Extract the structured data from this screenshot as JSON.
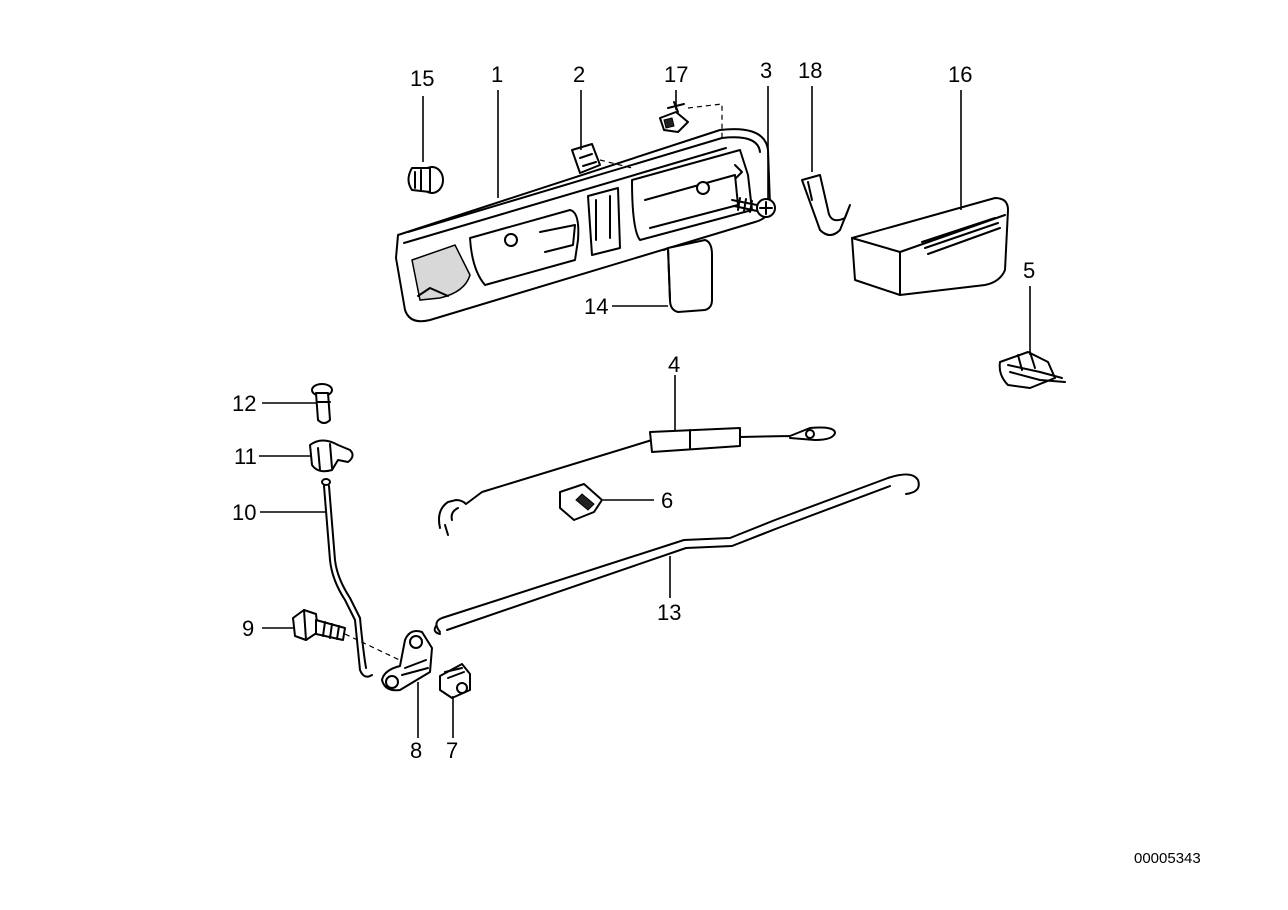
{
  "callouts": {
    "c1": "1",
    "c2": "2",
    "c3": "3",
    "c4": "4",
    "c5": "5",
    "c6": "6",
    "c7": "7",
    "c8": "8",
    "c9": "9",
    "c10": "10",
    "c11": "11",
    "c12": "12",
    "c13": "13",
    "c14": "14",
    "c15": "15",
    "c16": "16",
    "c17": "17",
    "c18": "18"
  },
  "diagram_id": "00005343"
}
